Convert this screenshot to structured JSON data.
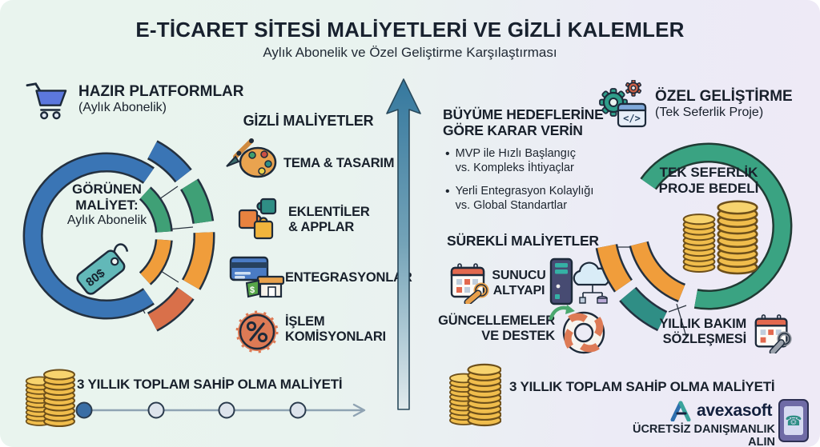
{
  "header": {
    "title": "E-TİCARET SİTESİ MALİYETLERİ VE GİZLİ KALEMLER",
    "subtitle": "Aylık Abonelik ve Özel Geliştirme Karşılaştırması"
  },
  "left": {
    "platform_header": {
      "title": "HAZIR PLATFORMLAR",
      "subtitle": "(Aylık Abonelik)"
    },
    "visible_cost": {
      "title": "GÖRÜNEN\nMALİYET:",
      "subtitle": "Aylık Abonelik",
      "tag": "80$"
    },
    "hidden": {
      "title": "GİZLİ MALİYETLER",
      "items": [
        {
          "icon": "palette-icon",
          "label": "TEMA & TASARIM"
        },
        {
          "icon": "puzzle-icon",
          "label": "EKLENTİLER\n& APPLAR"
        },
        {
          "icon": "integrations-icon",
          "label": "ENTEGRASYONLAR"
        },
        {
          "icon": "percent-badge-icon",
          "label": "İŞLEM\nKOMİSYONLARI"
        }
      ]
    },
    "tco_label": "3 YILLIK TOPLAM SAHİP OLMA MALİYETİ"
  },
  "center": {
    "decision": {
      "title": "BÜYÜME HEDEFLERİNE\nGÖRE KARAR VERİN",
      "bullets": [
        "MVP ile Hızlı Başlangıç\nvs. Kompleks İhtiyaçlar",
        "Yerli Entegrasyon Kolaylığı\nvs. Global Standartlar"
      ]
    },
    "ongoing": {
      "title": "SÜREKLİ MALİYETLER",
      "items": [
        {
          "icon": "calendar-wrench-icon",
          "label": "SUNUCU\nALTYAPI"
        },
        {
          "icon": "lifebuoy-icon",
          "label": "GÜNCELLEMELER\nVE DESTEK"
        }
      ]
    }
  },
  "right": {
    "dev_header": {
      "title": "ÖZEL GELİŞTİRME",
      "subtitle": "(Tek Seferlik Proje)"
    },
    "project_cost": {
      "title": "TEK SEFERLİK\nPROJE BEDELİ"
    },
    "maintenance": {
      "label": "YILLIK BAKIM\nSÖZLEŞMESİ"
    },
    "tco_label": "3 YILLIK TOPLAM SAHİP OLMA MALİYETİ",
    "brand": {
      "name": "avexasoft",
      "cta": "ÜCRETSİZ DANIŞMANLIK ALIN"
    }
  },
  "colors": {
    "blue": "#3a75b5",
    "green": "#3fa076",
    "ring_green": "#3aa382",
    "teal": "#2f8e85",
    "orange": "#f09d3b",
    "terracotta": "#d9704a",
    "arrow_top": "#35789e",
    "tag_teal": "#62b8b8",
    "coin_gold": "#f0bd4c",
    "dot_active": "#3a6ea5",
    "cart_blue": "#5c78dd"
  }
}
